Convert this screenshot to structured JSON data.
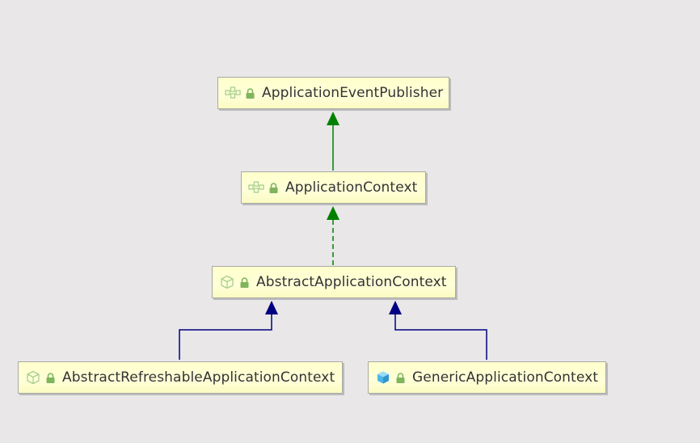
{
  "colors": {
    "background": "#e9e7e8",
    "node_fill": "#ffffd9",
    "implements_edge": "#008000",
    "extends_edge": "#000080"
  },
  "nodes": {
    "publisher": {
      "label": "ApplicationEventPublisher",
      "icon": "interface-icon"
    },
    "context": {
      "label": "ApplicationContext",
      "icon": "interface-icon"
    },
    "abstract": {
      "label": "AbstractApplicationContext",
      "icon": "abstract-class-icon"
    },
    "refreshable": {
      "label": "AbstractRefreshableApplicationContext",
      "icon": "abstract-class-icon"
    },
    "generic": {
      "label": "GenericApplicationContext",
      "icon": "class-icon"
    }
  },
  "edges": [
    {
      "from": "context",
      "to": "publisher",
      "kind": "extends-interface",
      "style": "solid",
      "color": "#008000"
    },
    {
      "from": "abstract",
      "to": "context",
      "kind": "implements",
      "style": "dashed",
      "color": "#008000"
    },
    {
      "from": "refreshable",
      "to": "abstract",
      "kind": "extends",
      "style": "solid",
      "color": "#000080"
    },
    {
      "from": "generic",
      "to": "abstract",
      "kind": "extends",
      "style": "solid",
      "color": "#000080"
    }
  ]
}
